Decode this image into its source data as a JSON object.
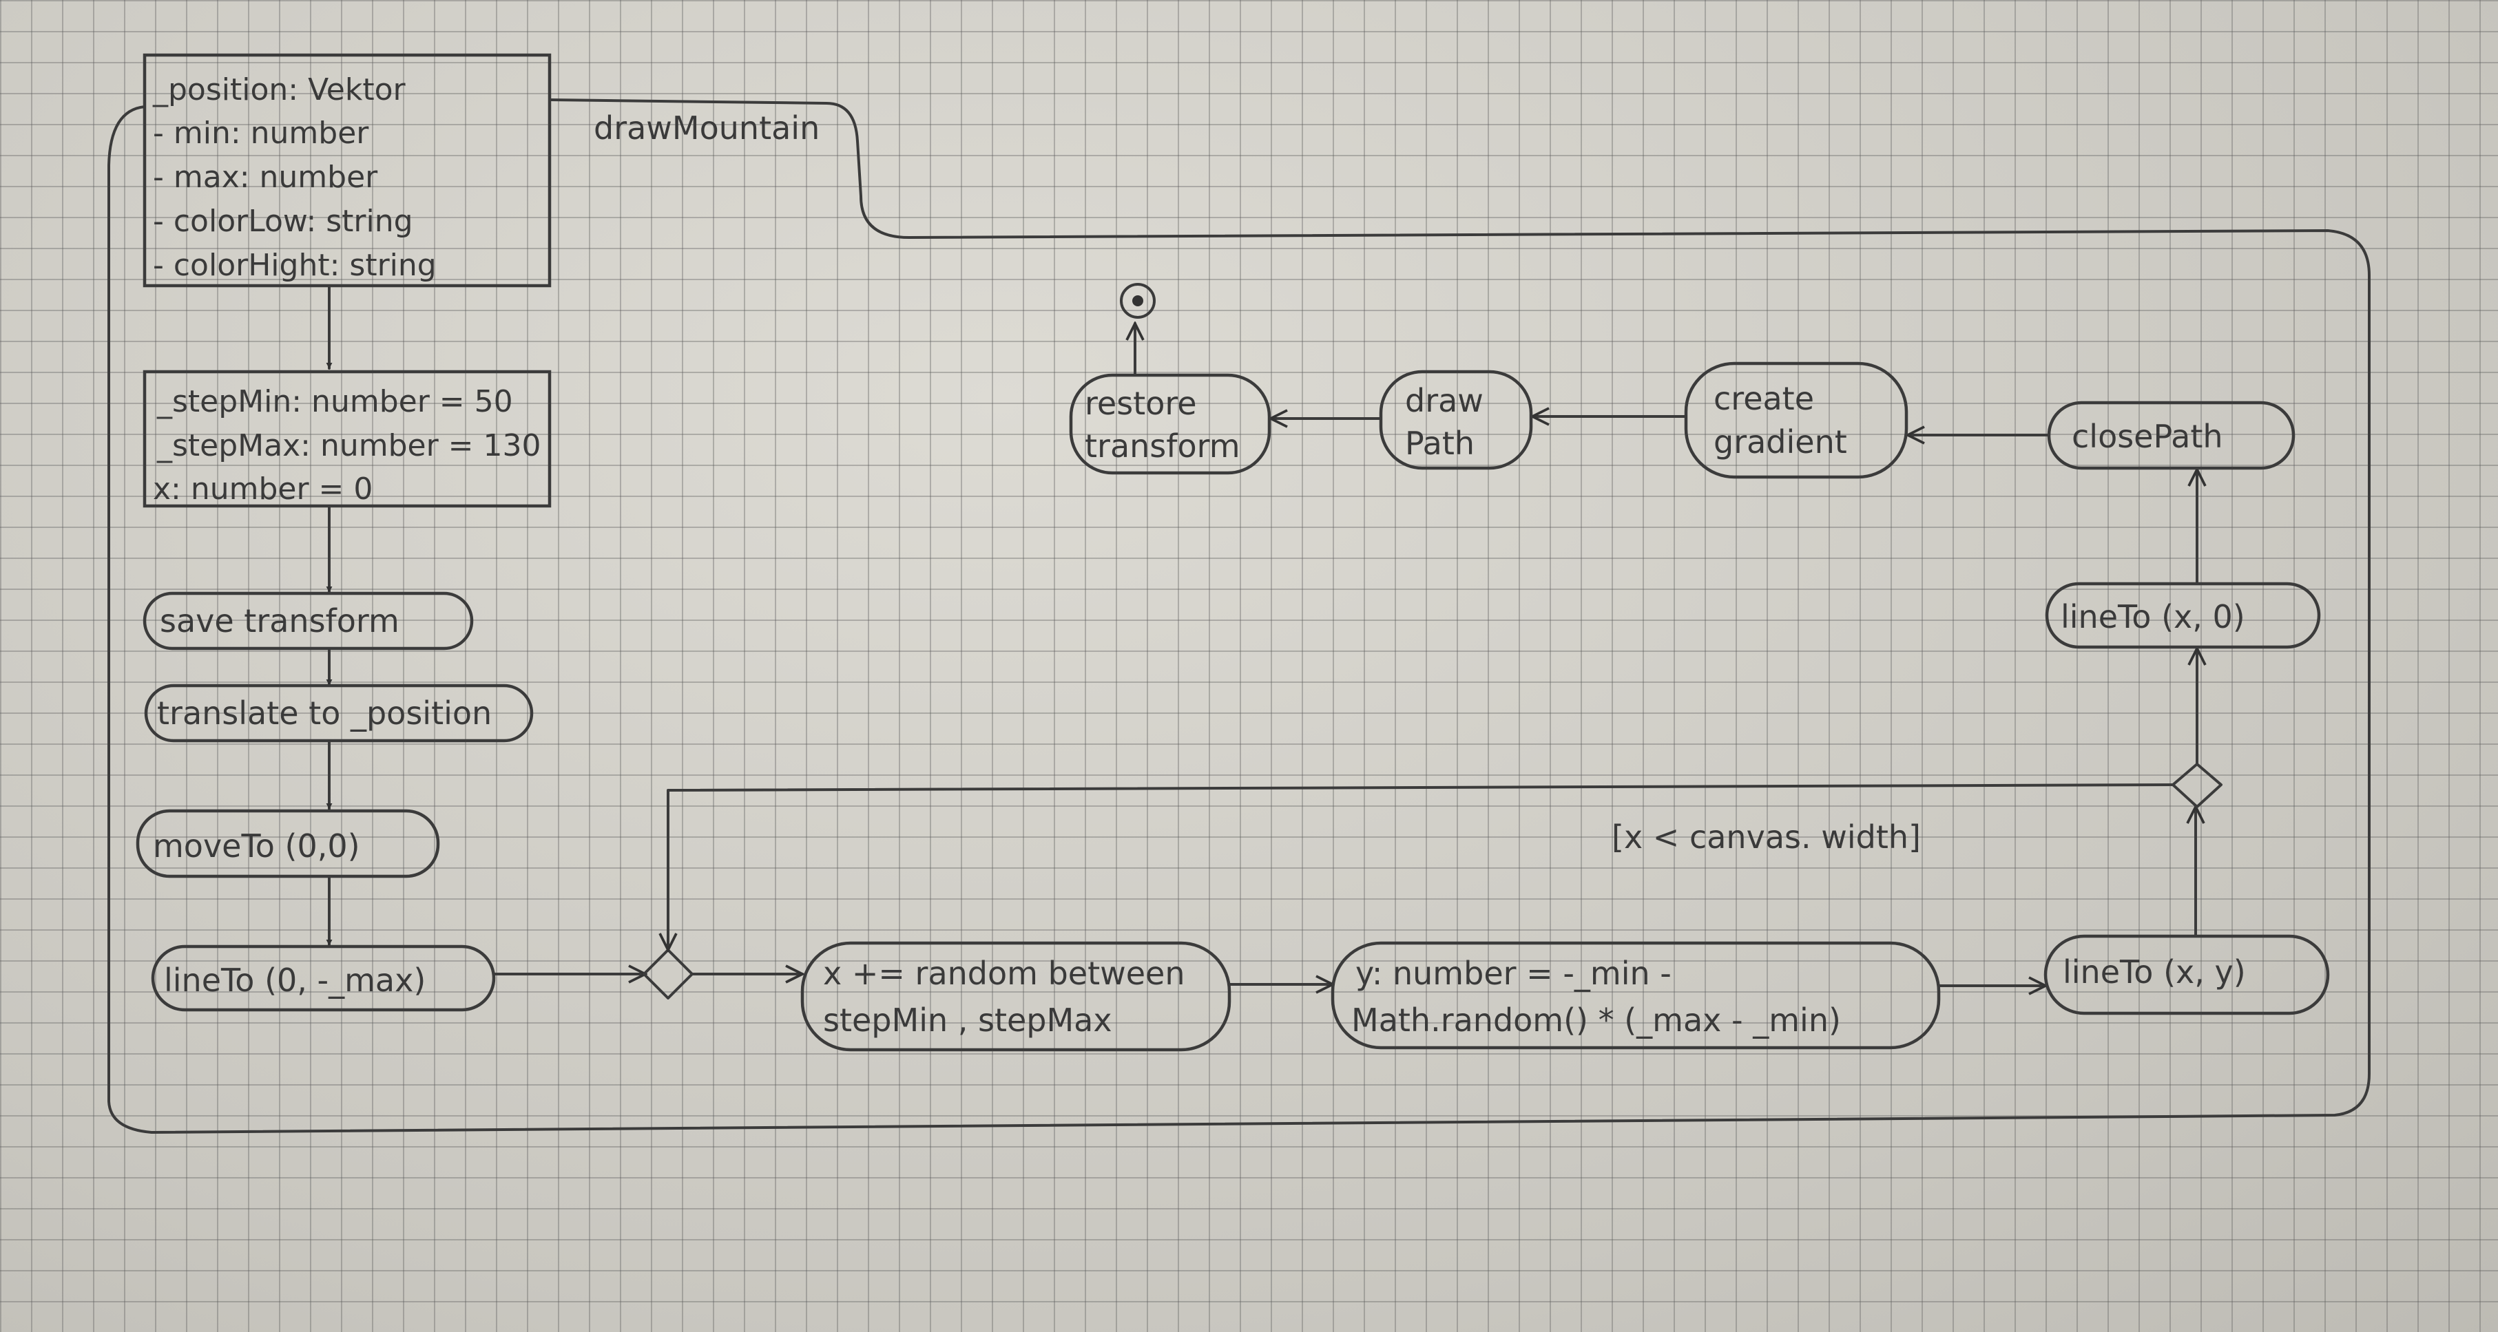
{
  "frame": {
    "label": "drawMountain"
  },
  "attributes": {
    "lines": [
      "_position: Vektor",
      "- min: number",
      "- max: number",
      "- colorLow: string",
      "- colorHight: string"
    ]
  },
  "locals": {
    "lines": [
      "_stepMin: number = 50",
      "_stepMax: number = 130",
      "x: number = 0"
    ]
  },
  "actions": {
    "save_transform": "save transform",
    "translate": "translate to _position",
    "move_to": "moveTo (0,0)",
    "line_to_max": "lineTo (0, -_max)",
    "x_increment_1": "x += random between",
    "x_increment_2": "stepMin , stepMax",
    "y_calc_1": "y: number = -_min -",
    "y_calc_2": "Math.random() * (_max - _min)",
    "line_to_xy": "lineTo (x, y)",
    "line_to_x0": "lineTo (x, 0)",
    "close_path": "closePath",
    "create_gradient_1": "create",
    "create_gradient_2": "gradient",
    "draw_path_1": "draw",
    "draw_path_2": "Path",
    "restore_1": "restore",
    "restore_2": "transform"
  },
  "guards": {
    "loop_condition": "[x < canvas. width]"
  }
}
